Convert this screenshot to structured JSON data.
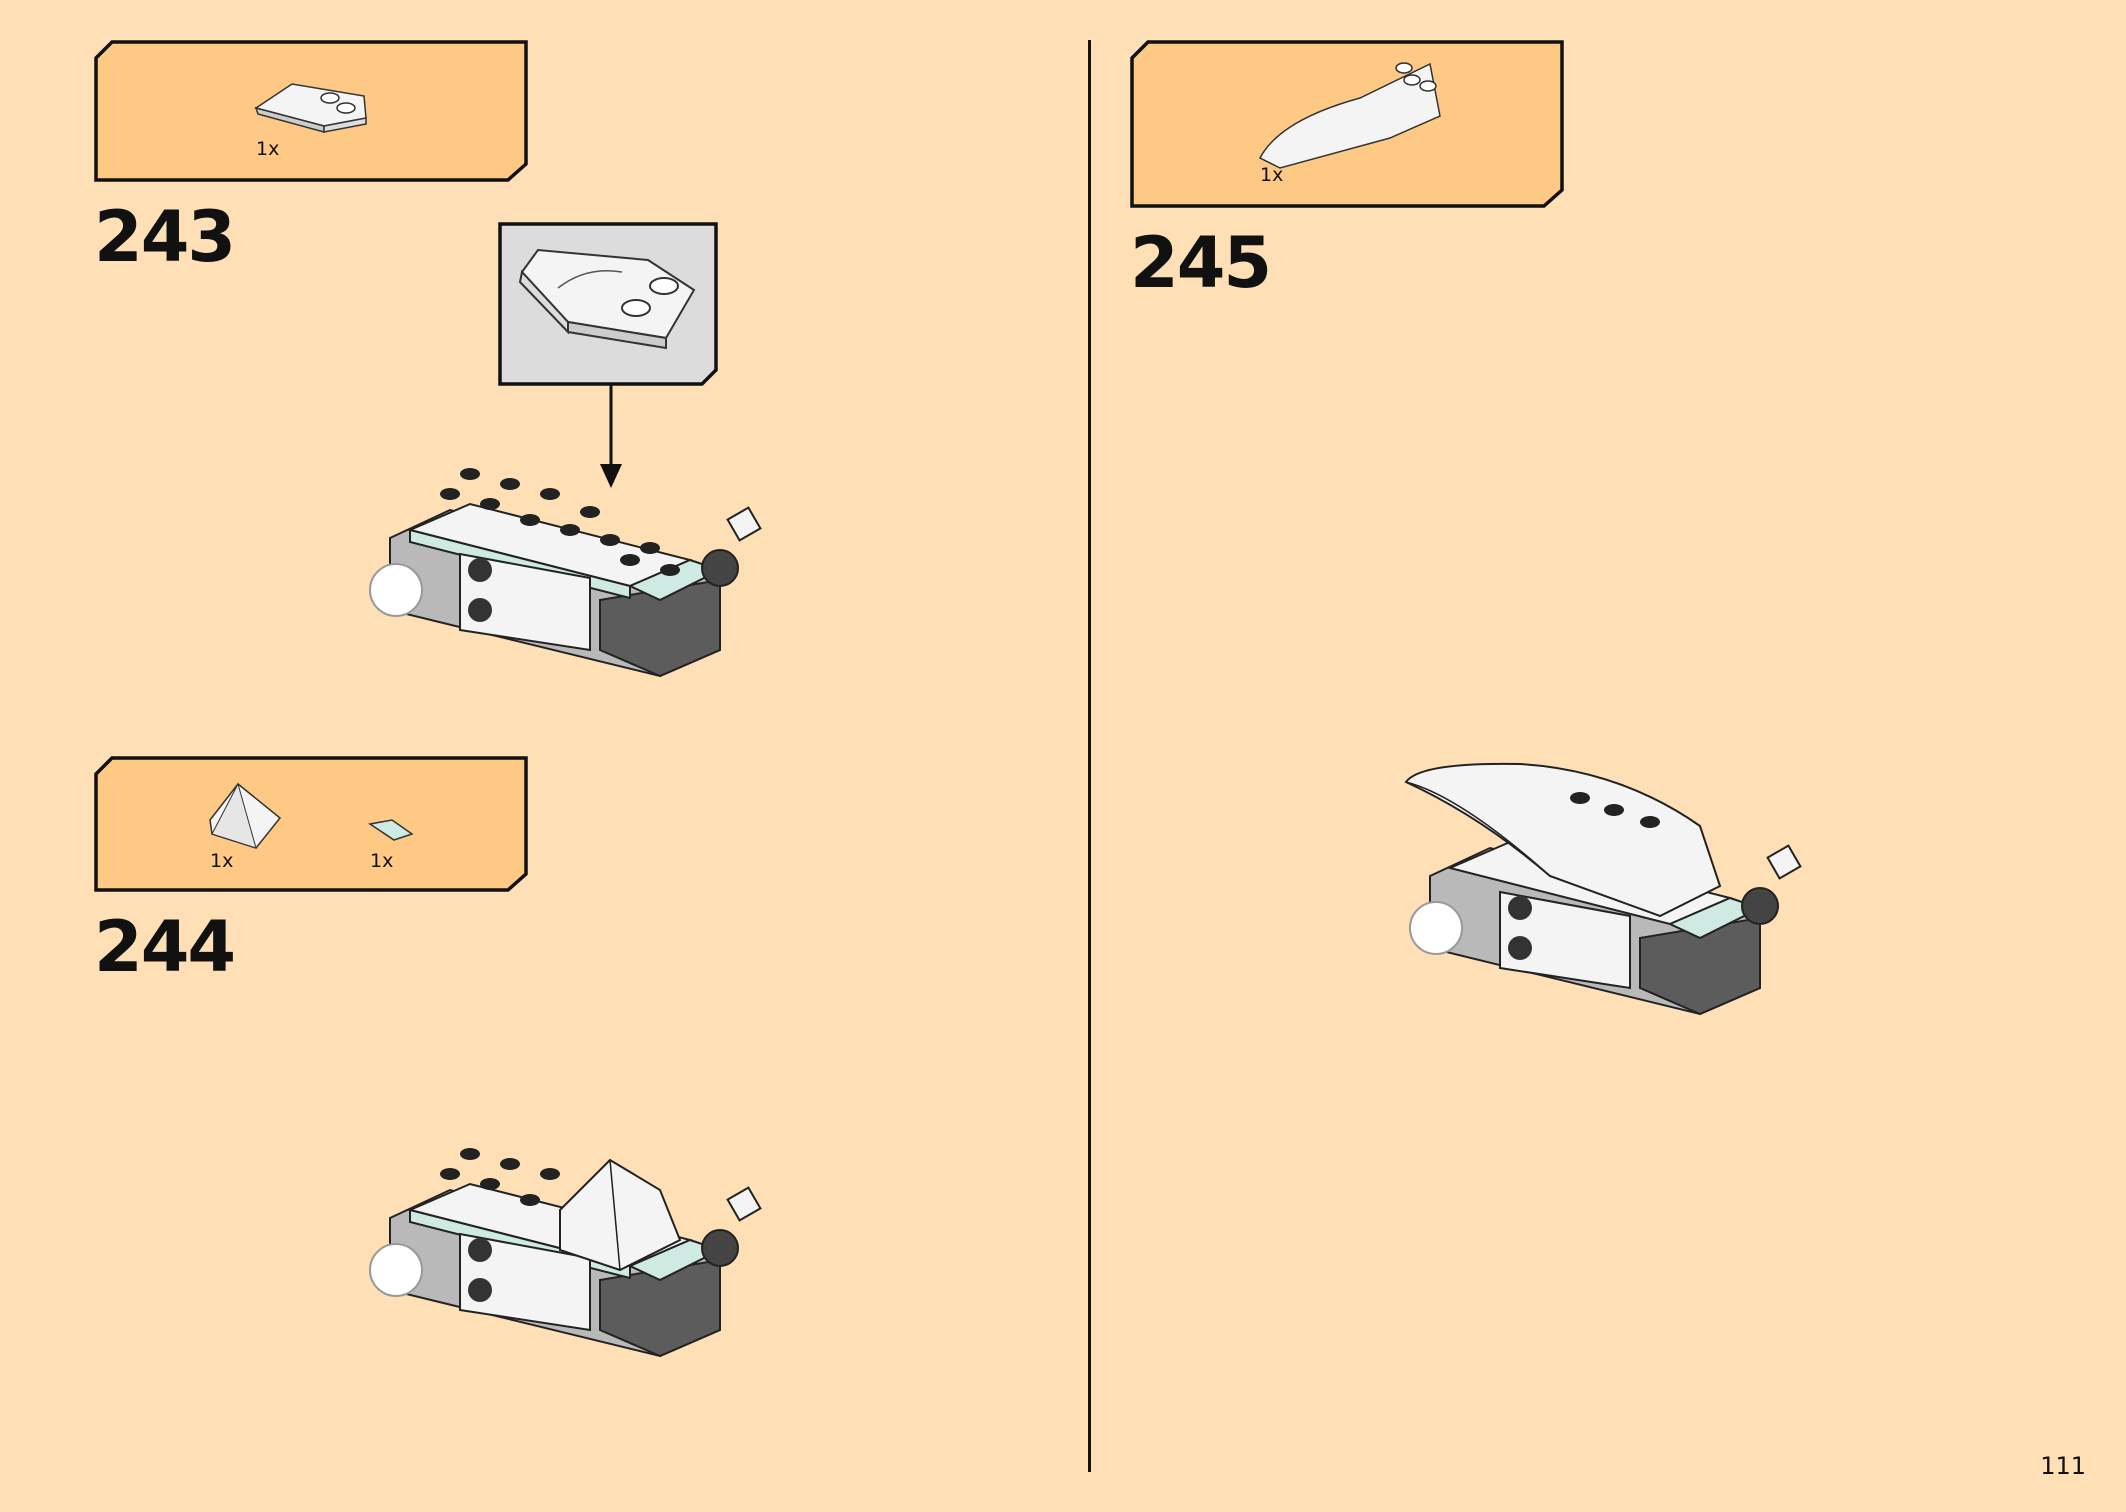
{
  "steps": [
    {
      "number": "243",
      "parts": [
        {
          "qty": "1x",
          "part": "white-wedge-plate-with-studs"
        }
      ]
    },
    {
      "number": "244",
      "parts": [
        {
          "qty": "1x",
          "part": "white-slope-peak"
        },
        {
          "qty": "1x",
          "part": "light-aqua-tile-quarter"
        }
      ]
    },
    {
      "number": "245",
      "parts": [
        {
          "qty": "1x",
          "part": "white-curved-wedge"
        }
      ]
    }
  ],
  "page_number": "111",
  "colors": {
    "page_background": "#ffdfb5",
    "parts_box_fill": "#fec985",
    "callout_fill": "#dcdcdc",
    "brick_white": "#f4f4f4",
    "brick_aqua": "#cfeae2",
    "brick_dark_gray": "#5c5c5c",
    "brick_light_gray": "#b9b9b9"
  }
}
